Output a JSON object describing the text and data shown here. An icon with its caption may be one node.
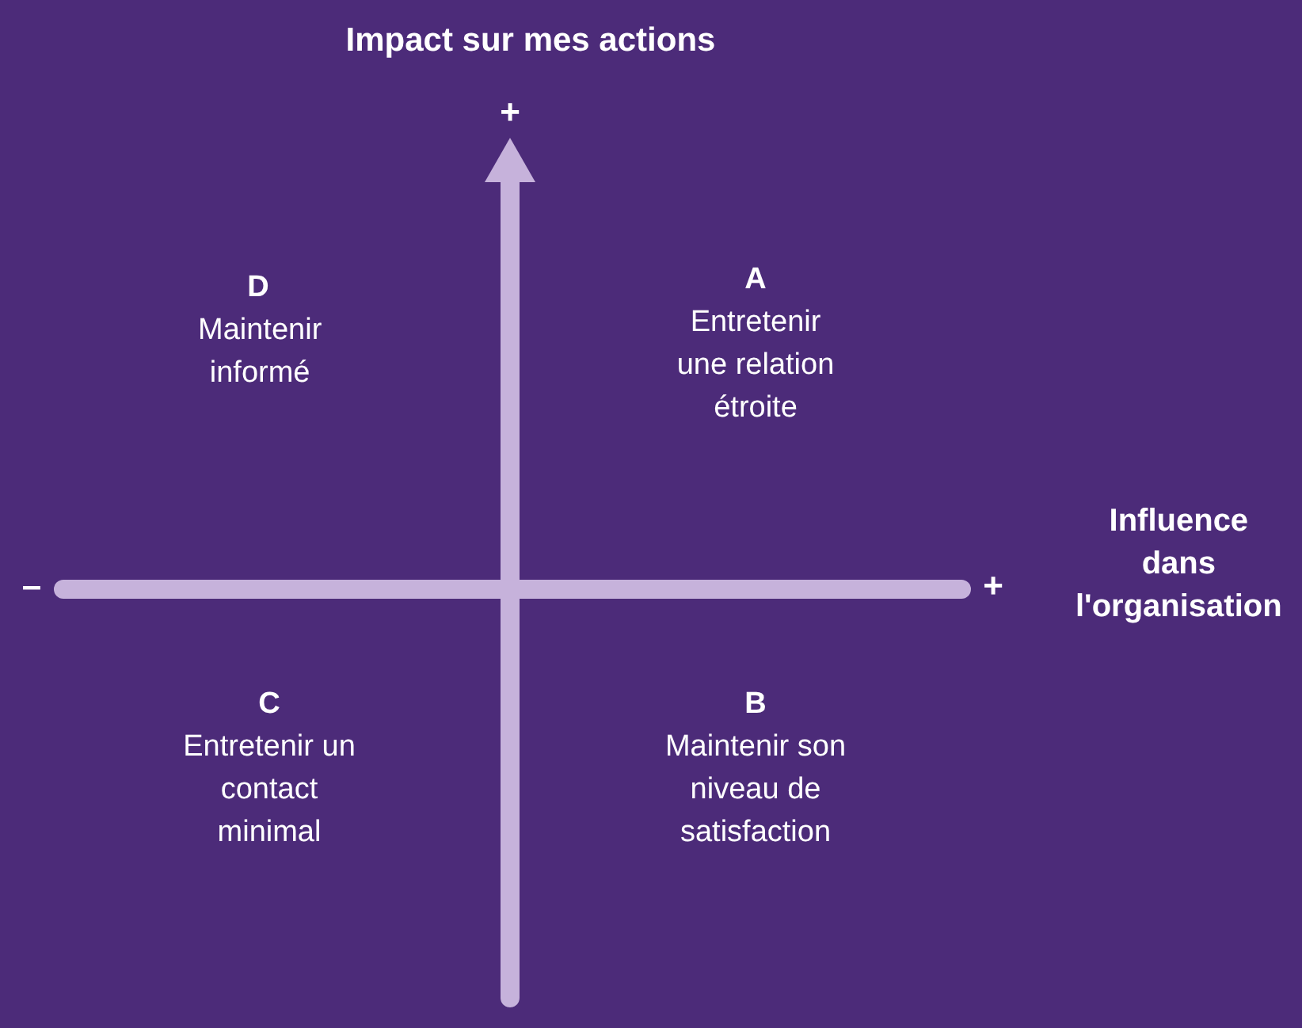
{
  "diagram": {
    "labels": [
      "Impact sur mes actions",
      "+",
      "D",
      "Maintenir informé",
      "A",
      "Entretenir une relation étroite",
      "Influence dans l'organisation",
      "–",
      "+",
      "C",
      "Entretenir un contact minimal",
      "B",
      "Maintenir son niveau de satisfaction"
    ]
  }
}
